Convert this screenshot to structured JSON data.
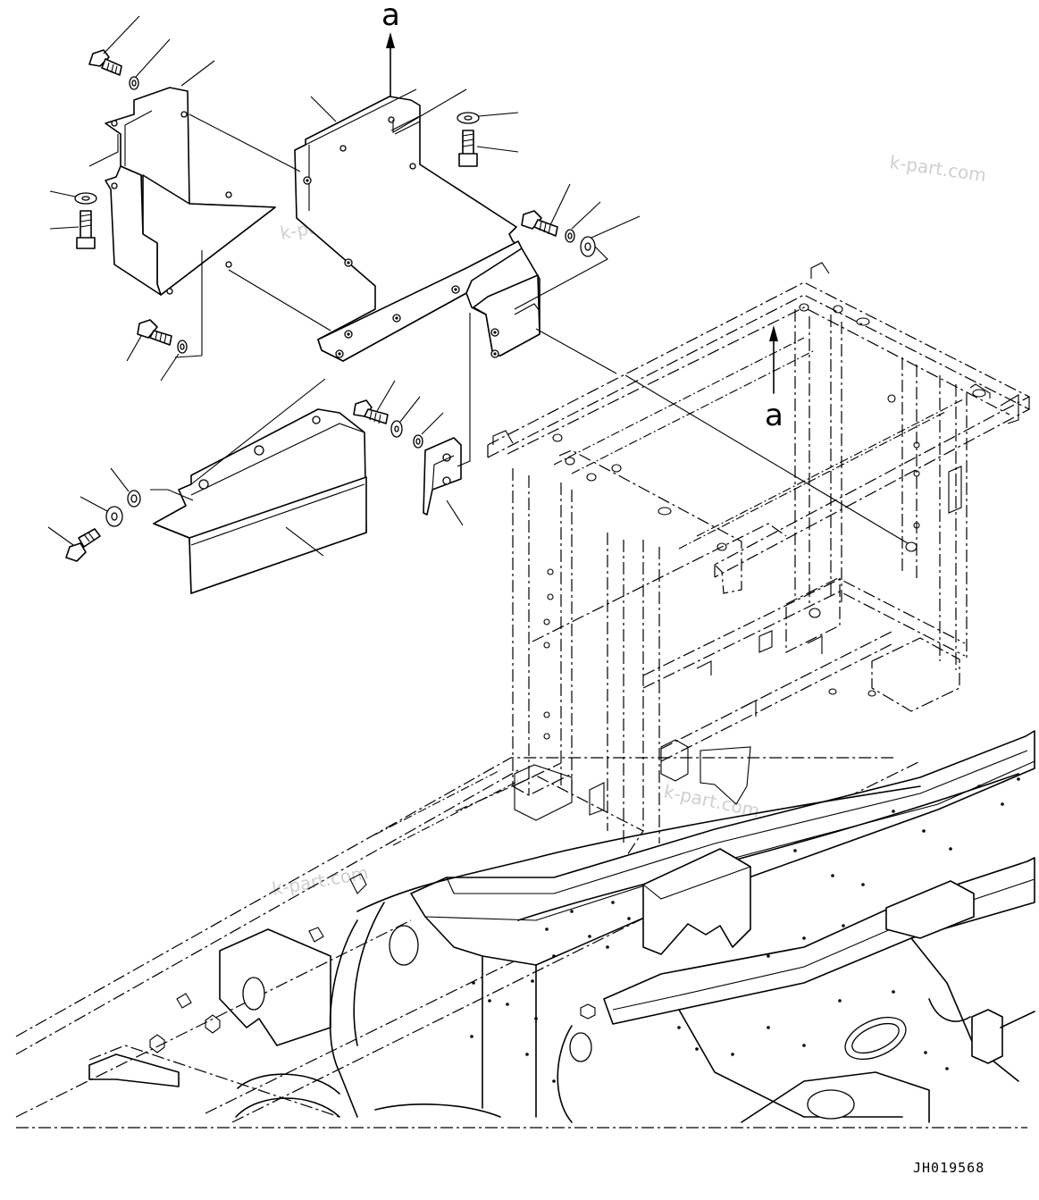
{
  "reference_label_top": "a",
  "reference_label_frame": "a",
  "watermarks": [
    "k-part.com",
    "k-part.com",
    "k-part.com",
    "k-part.com"
  ],
  "drawing_code": "JH019568"
}
